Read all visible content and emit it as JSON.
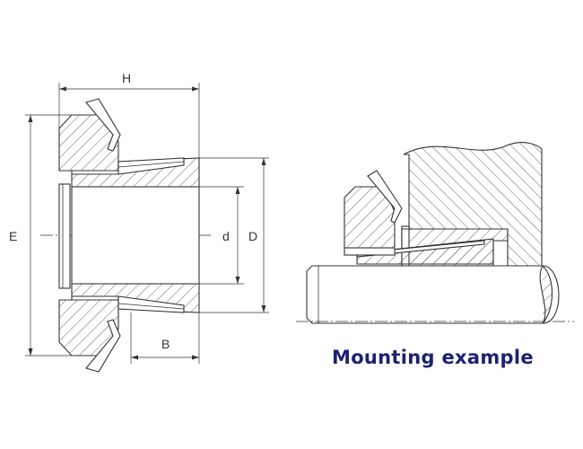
{
  "colors": {
    "line": "#333333",
    "caption": "#1c2272",
    "hatch": "#555555"
  },
  "dimensions": {
    "H": "H",
    "B": "B",
    "E": "E",
    "d": "d",
    "D": "D"
  },
  "caption": "Mounting example"
}
